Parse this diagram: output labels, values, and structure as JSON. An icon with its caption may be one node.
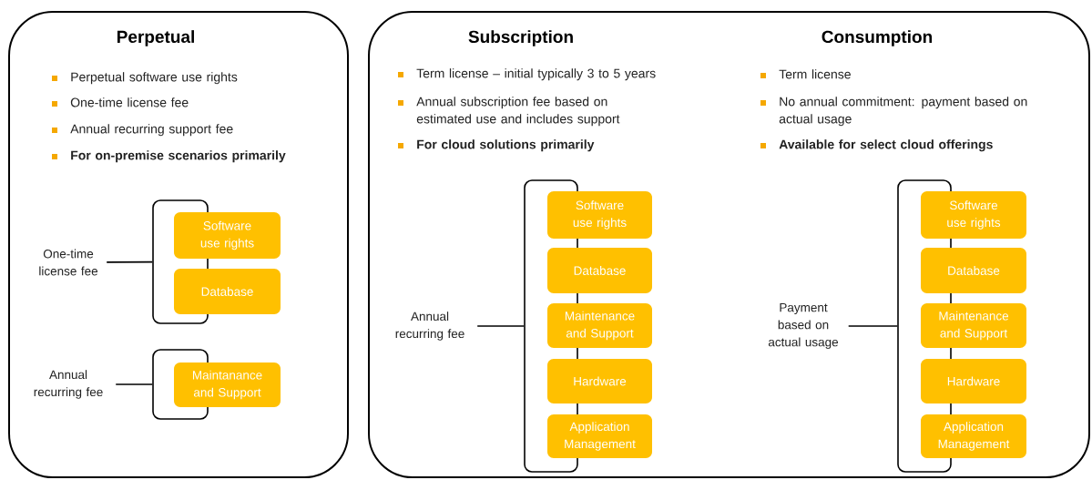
{
  "diagram": {
    "nodes": [
      {
        "text": [
          "Perpetual",
          "Perpetual software use rights",
          "One-time license fee",
          "Annual recurring support fee",
          "For on-premise scenarios primarily"
        ]
      },
      {
        "text": [
          "One-time license fee"
        ],
        "in": 0
      },
      {
        "text": [],
        "shape": "bracket",
        "in": 0
      },
      {
        "text": [
          "Software use rights"
        ],
        "in": 0
      },
      {
        "text": [
          "Database"
        ],
        "in": 0
      },
      {
        "text": [
          "Annual recurring fee"
        ],
        "in": 0
      },
      {
        "text": [],
        "shape": "bracket",
        "in": 0
      },
      {
        "text": [
          "Maintanance and Support"
        ],
        "in": 0
      },
      {
        "text": [
          "Subscription",
          "Term license – initial typically 3 to 5 years",
          "Annual subscription fee based on estimated use and includes support",
          "For cloud solutions primarily",
          "Consumption",
          "Term license",
          "No annual commitment: payment based on actual usage",
          "Available for select cloud offerings"
        ]
      },
      {
        "text": [
          "Annual recurring fee"
        ],
        "in": 8
      },
      {
        "text": [],
        "shape": "bracket",
        "in": 8
      },
      {
        "text": [
          "Software use rights"
        ],
        "in": 8
      },
      {
        "text": [
          "Database"
        ],
        "in": 8
      },
      {
        "text": [
          "Maintenance and Support"
        ],
        "in": 8
      },
      {
        "text": [
          "Hardware"
        ],
        "in": 8
      },
      {
        "text": [
          "Application Management"
        ],
        "in": 8
      },
      {
        "text": [
          "Payment based on actual usage"
        ],
        "in": 8
      },
      {
        "text": [],
        "shape": "bracket",
        "in": 8
      },
      {
        "text": [
          "Software use rights"
        ],
        "in": 8
      },
      {
        "text": [
          "Database"
        ],
        "in": 8
      },
      {
        "text": [
          "Maintenance and Support"
        ],
        "in": 8
      },
      {
        "text": [
          "Hardware"
        ],
        "in": 8
      },
      {
        "text": [
          "Application Management"
        ],
        "in": 8
      }
    ],
    "edges": [
      {
        "from": 1,
        "to": 2,
        "arrow": "none"
      },
      {
        "from": 5,
        "to": 6,
        "arrow": "none"
      },
      {
        "from": 9,
        "to": 10,
        "arrow": "none"
      },
      {
        "from": 16,
        "to": 17,
        "arrow": "none"
      }
    ]
  }
}
